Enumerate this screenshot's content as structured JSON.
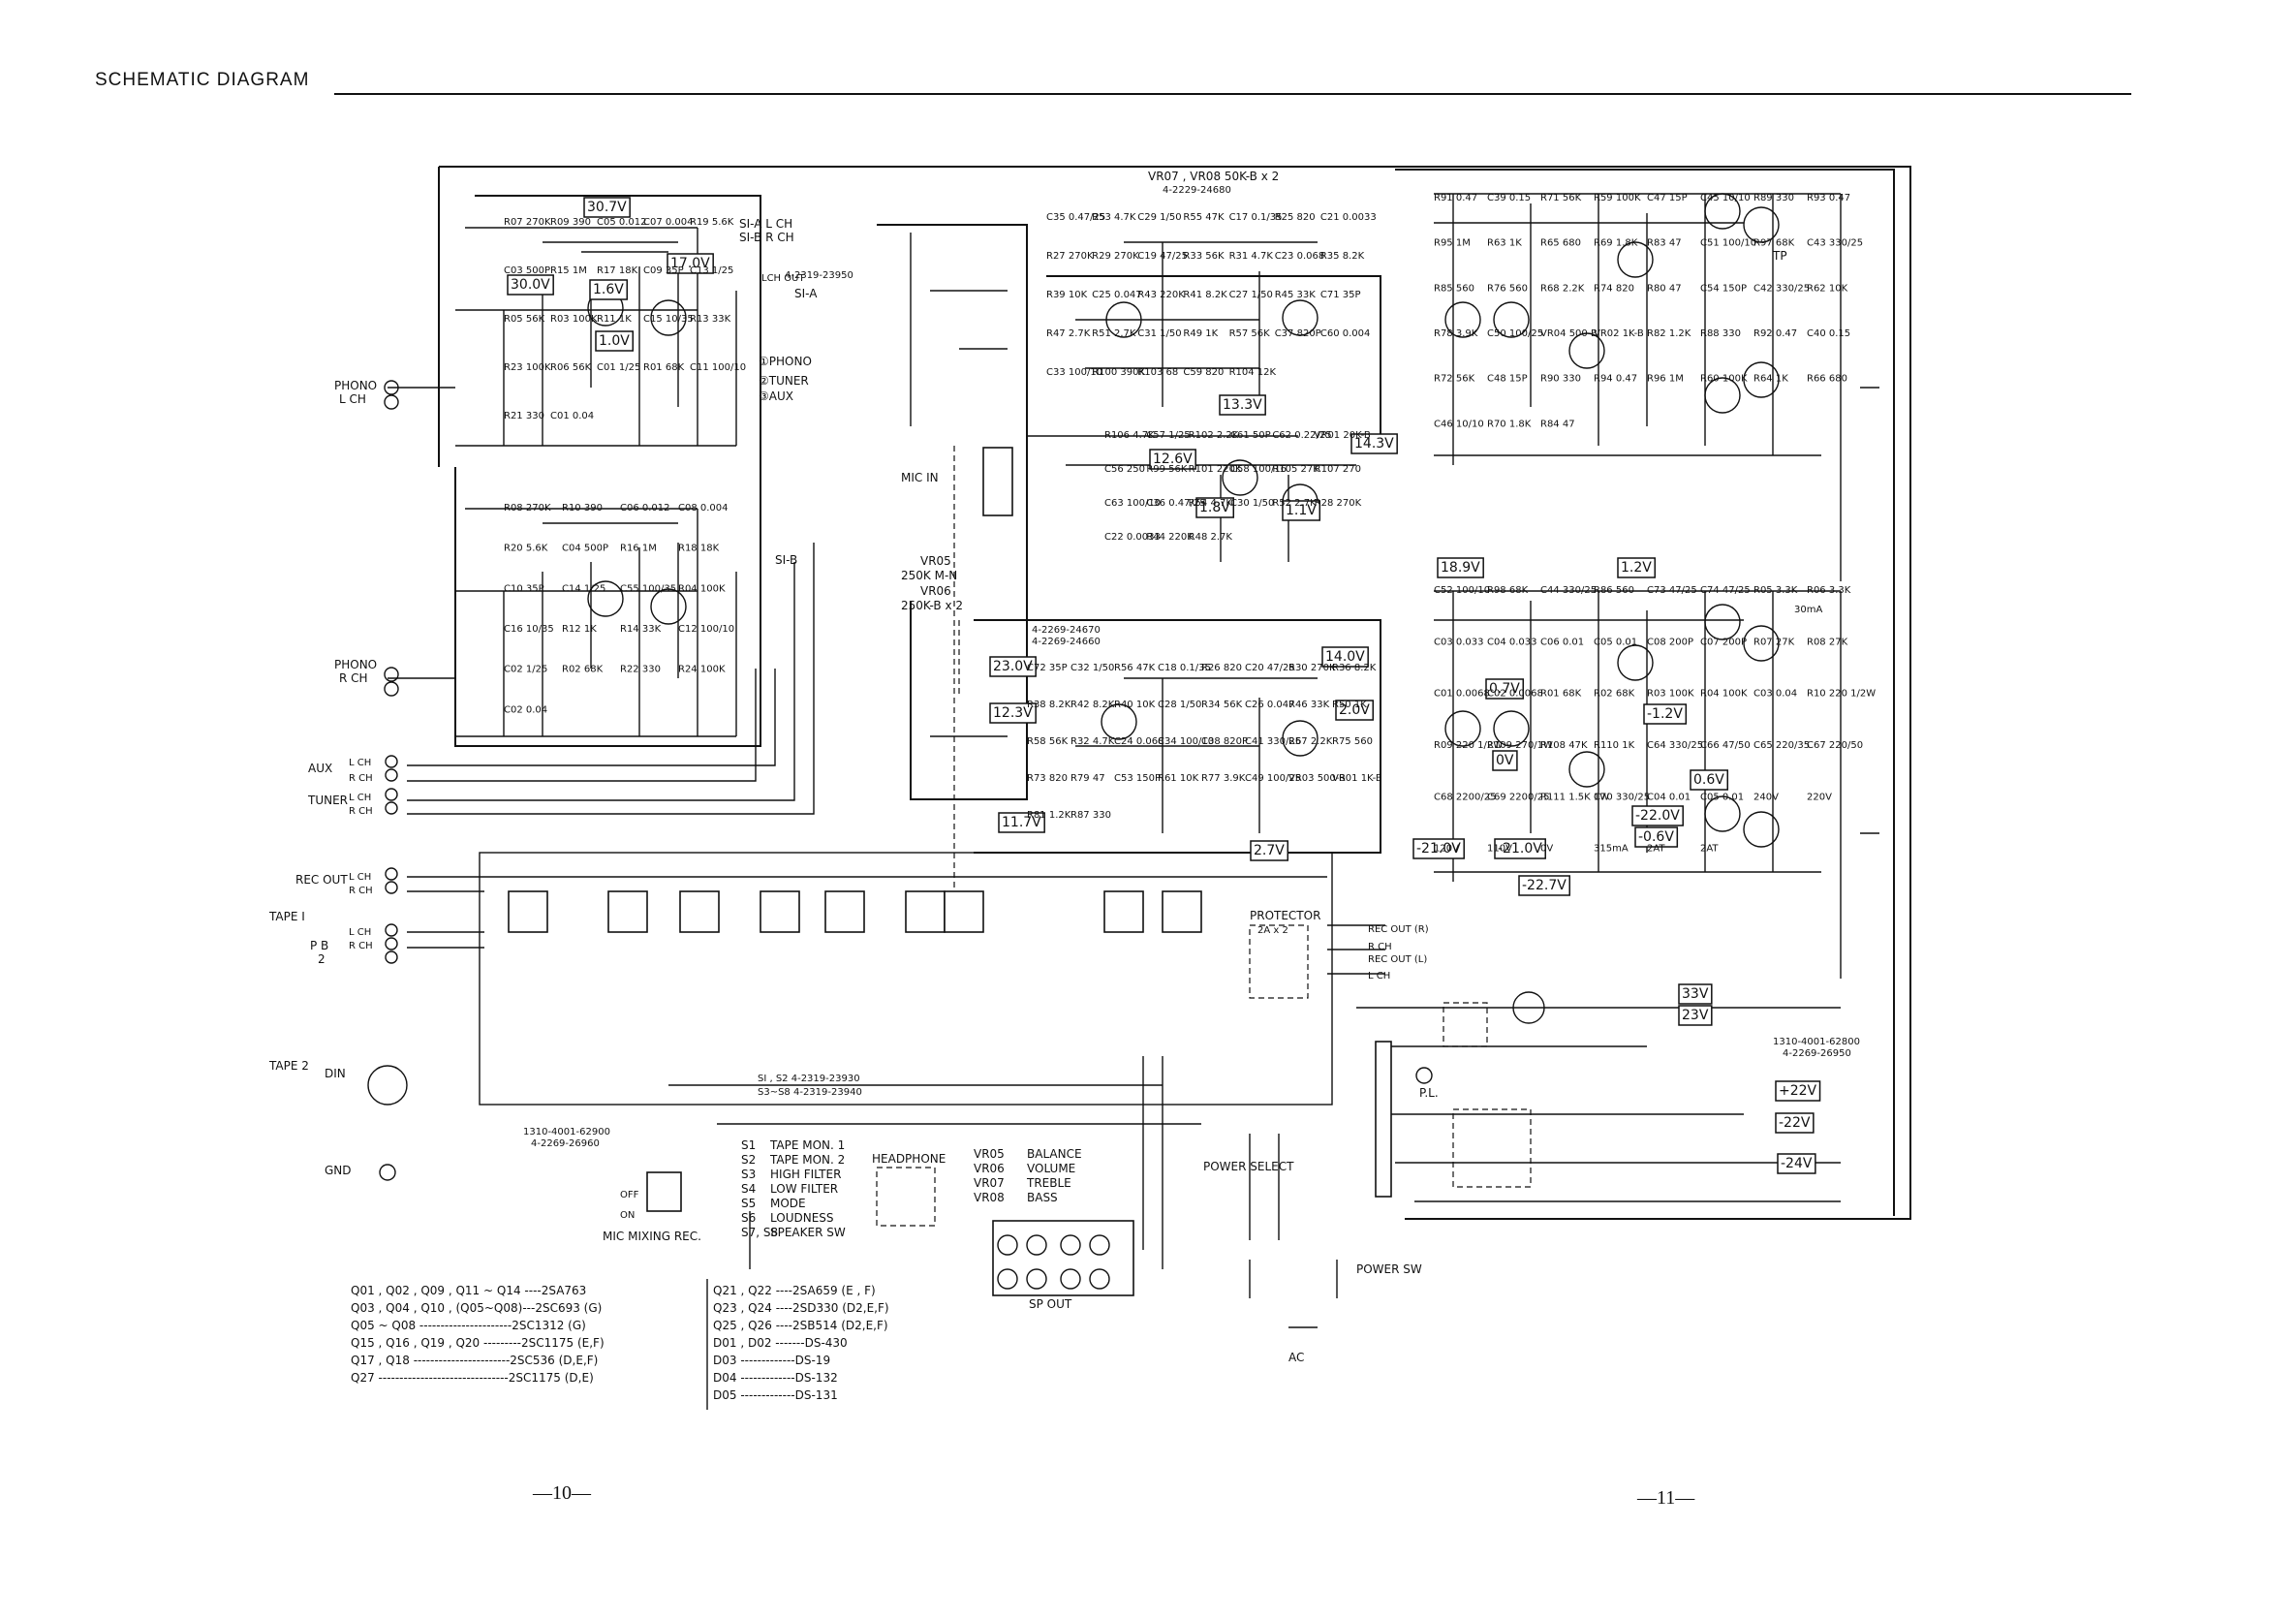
{
  "header": {
    "title": "SCHEMATIC DIAGRAM"
  },
  "pages": {
    "left": "—10—",
    "right": "—11—"
  },
  "board_labels": {
    "vr07_vr08": "VR07 , VR08 50K-B x 2",
    "vr07_vr08_part": "4-2229-24680",
    "s1a": "SI-A  L CH",
    "s1b": "SI-B  R CH",
    "lch_out": "LCH OUT",
    "part_23950": "4-2319-23950",
    "s1a_tag": "SI-A",
    "s1b_tag": "SI-B",
    "sel1": "①PHONO",
    "sel2": "②TUNER",
    "sel3": "③AUX",
    "mic_in": "MIC IN",
    "vr05": "VR05",
    "vr05_val": "250K M-N",
    "vr06": "VR06",
    "vr06_val": "250K-B x 2",
    "part_24670": "4-2269-24670",
    "part_24660": "4-2269-24660",
    "protector": "PROTECTOR",
    "protector_val": "2A x 2",
    "power_select": "POWER SELECT",
    "power_sw": "POWER SW",
    "pl": "P.L.",
    "headphone": "HEADPHONE",
    "sp_out": "SP OUT",
    "ac": "AC",
    "mic_mixing": "MIC MIXING REC.",
    "part_62900": "1310-4001-62900",
    "part_26960": "4-2269-26960",
    "part_62800": "1310-4001-62800",
    "part_26950": "4-2269-26950",
    "s_parts_1": "SI , S2    4-2319-23930",
    "s_parts_2": "S3~S8    4-2319-23940",
    "tp": "TP",
    "ma30": "30mA"
  },
  "io_labels": {
    "phono_l": "PHONO",
    "phono_l_ch": "L CH",
    "phono_r": "PHONO",
    "phono_r_ch": "R CH",
    "aux": "AUX",
    "tuner": "TUNER",
    "rec_out": "REC OUT",
    "tape1": "TAPE I",
    "pb": "P  B",
    "pb2": "2",
    "tape2": "TAPE 2",
    "din": "DIN",
    "gnd": "GND",
    "lch": "L CH",
    "rch": "R CH",
    "off": "OFF",
    "on": "ON",
    "rec_out_r": "REC OUT (R)",
    "rec_out_l": "REC OUT (L)"
  },
  "voltage_boxes": [
    "30.7V",
    "17.0V",
    "30.0V",
    "1.6V",
    "1.0V",
    "12.6V",
    "1.8V",
    "1.1V",
    "14.3V",
    "13.3V",
    "23.0V",
    "12.3V",
    "11.7V",
    "14.0V",
    "2.0V",
    "2.7V",
    "18.9V",
    "1.2V",
    "0.7V",
    "-1.2V",
    "0V",
    "0.6V",
    "-22.0V",
    "-0.6V",
    "-21.0V",
    "-21.0V",
    "-22.7V",
    "33V",
    "23V",
    "+22V",
    "-22V",
    "-24V"
  ],
  "function_legend": [
    {
      "ref": "S1",
      "name": "TAPE MON. 1"
    },
    {
      "ref": "S2",
      "name": "TAPE MON. 2"
    },
    {
      "ref": "S3",
      "name": "HIGH FILTER"
    },
    {
      "ref": "S4",
      "name": "LOW FILTER"
    },
    {
      "ref": "S5",
      "name": "MODE"
    },
    {
      "ref": "S6",
      "name": "LOUDNESS"
    },
    {
      "ref": "S7, S8",
      "name": "SPEAKER SW"
    }
  ],
  "vr_legend": [
    {
      "ref": "VR05",
      "name": "BALANCE"
    },
    {
      "ref": "VR06",
      "name": "VOLUME"
    },
    {
      "ref": "VR07",
      "name": "TREBLE"
    },
    {
      "ref": "VR08",
      "name": "BASS"
    }
  ],
  "parts_legend_left": [
    "Q01 , Q02 , Q09 , Q11 ~ Q14 ----2SA763",
    "Q03 , Q04 , Q10 , (Q05~Q08)---2SC693 (G)",
    "Q05 ~ Q08 ----------------------2SC1312 (G)",
    "Q15 , Q16 , Q19 , Q20 ---------2SC1175 (E,F)",
    "Q17 , Q18 -----------------------2SC536 (D,E,F)",
    "Q27 -------------------------------2SC1175 (D,E)"
  ],
  "parts_legend_right": [
    "Q21 , Q22 ----2SA659  (E , F)",
    "Q23 , Q24 ----2SD330  (D2,E,F)",
    "Q25 , Q26 ----2SB514  (D2,E,F)",
    "D01 , D02 -------DS-430",
    "D03 -------------DS-19",
    "D04 -------------DS-132",
    "D05 -------------DS-131"
  ],
  "components": [
    "R07 270K",
    "R09 390",
    "C05 0.012",
    "C07 0.004",
    "R19 5.6K",
    "C03 500P",
    "R15 1M",
    "R17 18K",
    "C09 35P",
    "C13 1/25",
    "R05 56K",
    "R03 100K",
    "R11 1K",
    "C15 10/35",
    "R13 33K",
    "R23 100K",
    "R06 56K",
    "C01 1/25",
    "R01 68K",
    "C11 100/10",
    "R21 330",
    "C01 0.04",
    "R08 270K",
    "R10 390",
    "C06 0.012",
    "C08 0.004",
    "R20 5.6K",
    "C04 500P",
    "R16 1M",
    "R18 18K",
    "C10 35P",
    "C14 1/25",
    "C55 100/35",
    "R04 100K",
    "C16 10/35",
    "R12 1K",
    "R14 33K",
    "C12 100/10",
    "C02 1/25",
    "R02 68K",
    "R22 330",
    "R24 100K",
    "C02 0.04",
    "C35 0.47/25",
    "R53 4.7K",
    "C29 1/50",
    "R55 47K",
    "C17 0.1/35",
    "R25 820",
    "C21 0.0033",
    "R27 270K",
    "R29 270K",
    "C19 47/25",
    "R33 56K",
    "R31 4.7K",
    "C23 0.068",
    "R35 8.2K",
    "R39 10K",
    "C25 0.047",
    "R43 220K",
    "R41 8.2K",
    "C27 1/50",
    "R45 33K",
    "C71 35P",
    "R47 2.7K",
    "R51 2.7K",
    "C31 1/50",
    "R49 1K",
    "R57 56K",
    "C37 820P",
    "C60 0.004",
    "C33 100/10",
    "R100 390K",
    "R103 68",
    "C59 820",
    "R104 12K",
    "R106 4.7K",
    "C57 1/25",
    "R102 2.2K",
    "C61 50P",
    "C62 0.22/25",
    "VR01 20K-B",
    "C56 250",
    "R99 56K",
    "R101 220K",
    "C58 100/16",
    "R105 27K",
    "R107 270",
    "C63 100/10",
    "C36 0.47/25",
    "R54 4.7K",
    "C30 1/50",
    "R52 2.7K",
    "R28 270K",
    "C22 0.0033",
    "R44 220K",
    "R48 2.7K",
    "C72 35P",
    "C32 1/50",
    "R56 47K",
    "C18 0.1/35",
    "R26 820",
    "C20 47/25",
    "R30 270K",
    "R36 8.2K",
    "R38 8.2K",
    "R42 8.2K",
    "R40 10K",
    "C28 1/50",
    "R34 56K",
    "C26 0.047",
    "R46 33K",
    "R50 1K",
    "R58 56K",
    "R32 4.7K",
    "C24 0.068",
    "C34 100/10",
    "C38 820P",
    "C41 330/25",
    "R67 2.2K",
    "R75 560",
    "R73 820",
    "R79 47",
    "C53 150P",
    "R61 10K",
    "R77 3.9K",
    "C49 100/25",
    "VR03 500-B",
    "VR01 1K-B",
    "R81 1.2K",
    "R87 330",
    "R91 0.47",
    "C39 0.15",
    "R71 56K",
    "R59 100K",
    "C47 15P",
    "C45 10/10",
    "R89 330",
    "R93 0.47",
    "R95 1M",
    "R63 1K",
    "R65 680",
    "R69 1.8K",
    "R83 47",
    "C51 100/10",
    "R97 68K",
    "C43 330/25",
    "R85 560",
    "R76 560",
    "R68 2.2K",
    "R74 820",
    "R80 47",
    "C54 150P",
    "C42 330/25",
    "R62 10K",
    "R78 3.9K",
    "C50 100/25",
    "VR04 500-B",
    "VR02 1K-B",
    "R82 1.2K",
    "R88 330",
    "R92 0.47",
    "C40 0.15",
    "R72 56K",
    "C48 15P",
    "R90 330",
    "R94 0.47",
    "R96 1M",
    "R60 100K",
    "R64 1K",
    "R66 680",
    "C46 10/10",
    "R70 1.8K",
    "R84 47",
    "C52 100/10",
    "R98 68K",
    "C44 330/25",
    "R86 560",
    "C73 47/25",
    "C74 47/25",
    "R05 3.3K",
    "R06 3.3K",
    "C03 0.033",
    "C04 0.033",
    "C06 0.01",
    "C05 0.01",
    "C08 200P",
    "C07 200P",
    "R07 27K",
    "R08 27K",
    "C01 0.0068",
    "C02 0.0068",
    "R01 68K",
    "R02 68K",
    "R03 100K",
    "R04 100K",
    "C03 0.04",
    "R10 220 1/2W",
    "R09 220 1/2W",
    "R109 270/1W",
    "R108 47K",
    "R110 1K",
    "C64 330/25",
    "C66 47/50",
    "C65 220/35",
    "C67 220/50",
    "C68 2200/25",
    "C69 2200/25",
    "R111 1.5K 1W",
    "C70 330/25",
    "C04 0.01",
    "C05 0.01",
    "240V",
    "220V",
    "120V",
    "110V",
    "0V",
    "315mA",
    "2AT",
    "2AT"
  ]
}
